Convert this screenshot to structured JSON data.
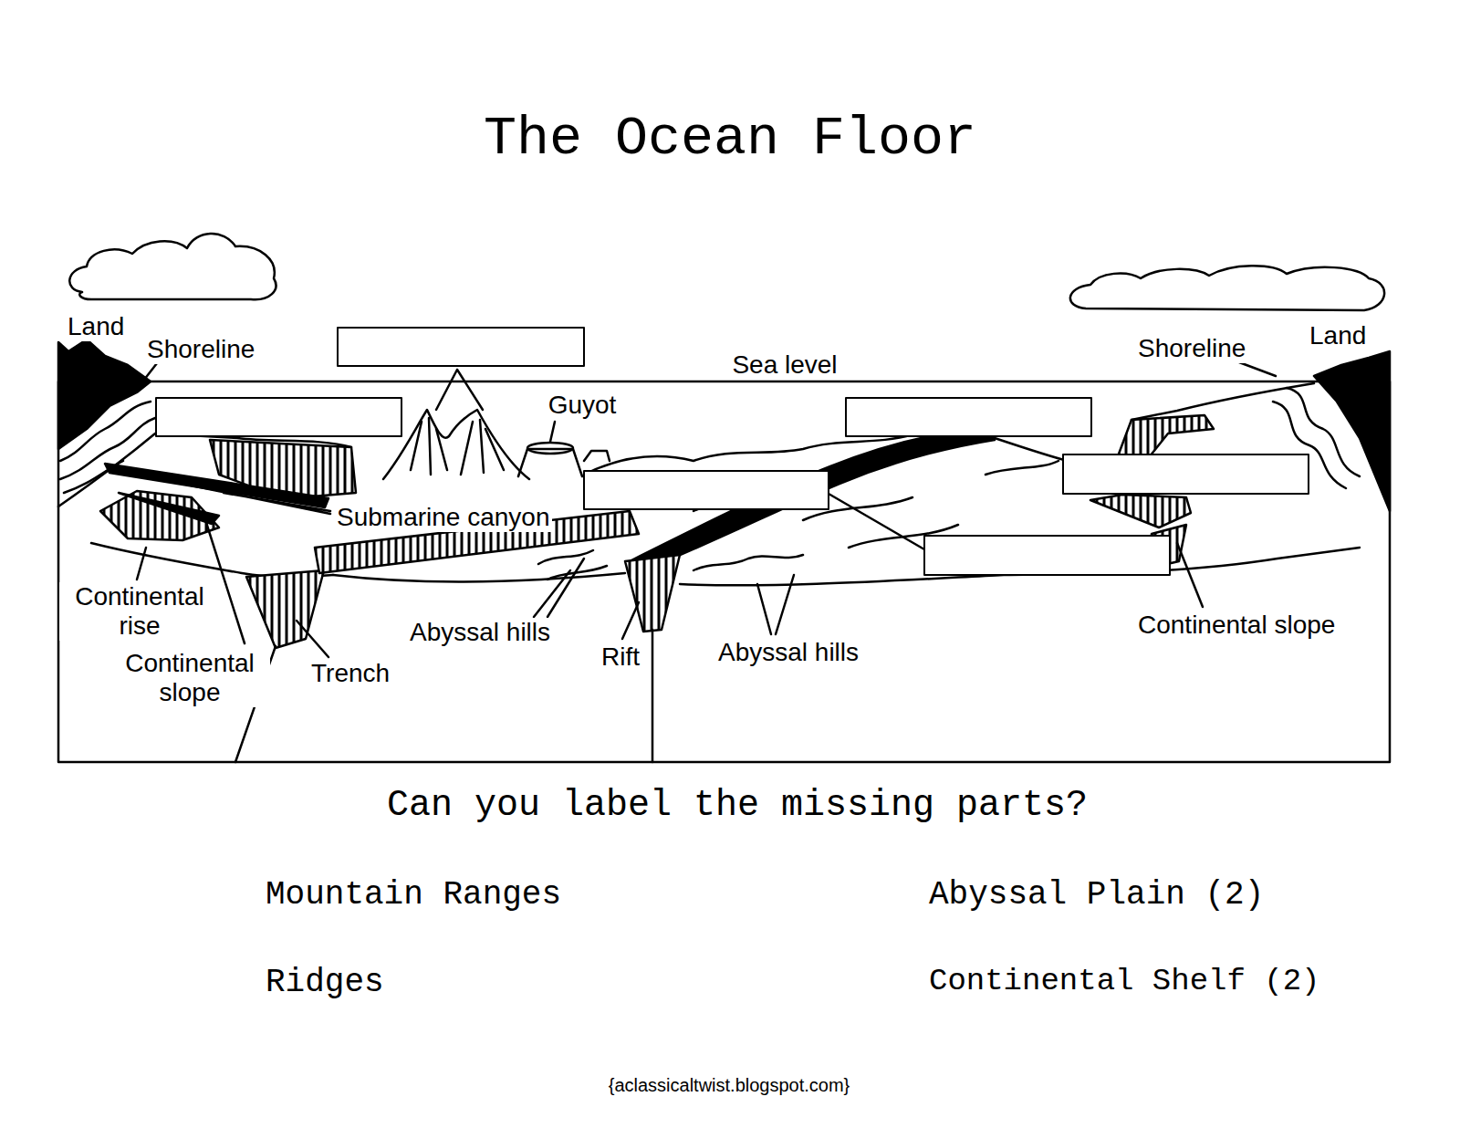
{
  "diagram": {
    "title": "The Ocean Floor",
    "caption": "Can you label the missing parts?",
    "labels": [
      "Land",
      "Shoreline",
      "Sea level",
      "Guyot",
      "Submarine canyon",
      "Shoreline",
      "Land",
      "Continental rise",
      "Continental slope",
      "Trench",
      "Abyssal hills",
      "Rift",
      "Abyssal hills",
      "Continental slope",
      "Mountain Ranges",
      "Ridges",
      "Abyssal Plain (2)",
      "Continental Shelf (2)",
      "{aclassicaltwist.blogspot.com}"
    ]
  }
}
